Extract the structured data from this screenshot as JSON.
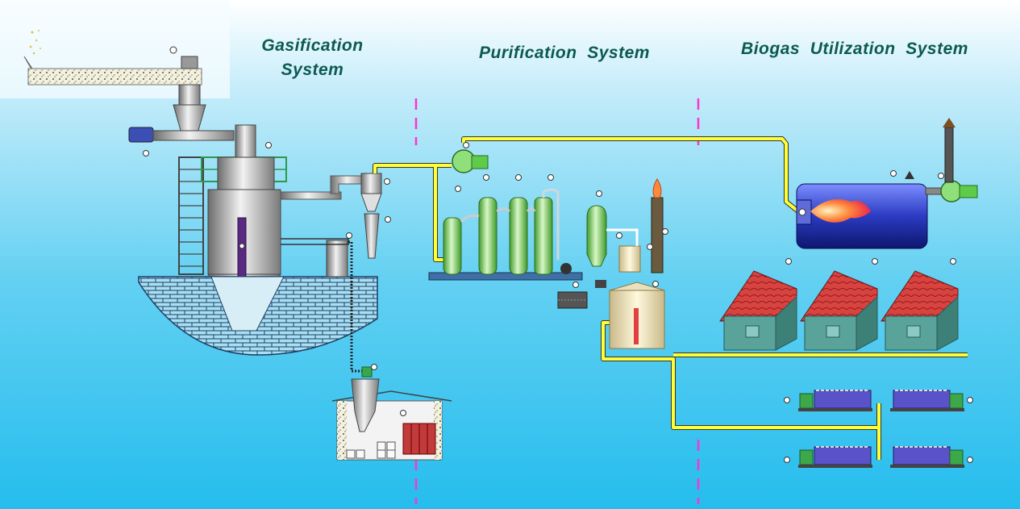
{
  "sections": {
    "gasification": {
      "line1": "Gasification",
      "line2": "System"
    },
    "purification": {
      "title": "Purification  System"
    },
    "utilization": {
      "title": "Biogas  Utilization  System"
    }
  },
  "colors": {
    "background_top": "#e8f7fd",
    "background_bottom": "#2ec0ee",
    "gas_pipe": "#ffff33",
    "divider": "#ff33cc",
    "vessel_green": "#7fd65a",
    "roof_red": "#cc3333",
    "house_wall": "#5a9e96",
    "boiler_blue": "#2233aa"
  },
  "components": [
    "feed-conveyor",
    "hopper",
    "screw-feeder",
    "gasifier",
    "cyclone-separator",
    "induced-draft-fan",
    "washing-towers",
    "tar-tank",
    "flare-stack",
    "gas-holder",
    "boiler",
    "boiler-fan",
    "chimney",
    "houses",
    "gas-engine-generators",
    "ash-house"
  ]
}
